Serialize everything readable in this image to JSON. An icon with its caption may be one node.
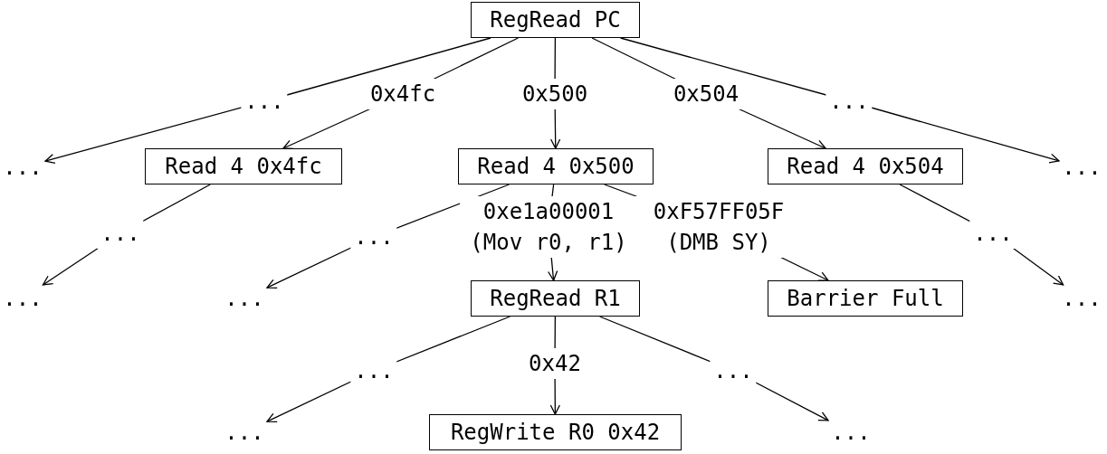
{
  "diagram": {
    "nodes": [
      {
        "text": [
          "RegRead PC"
        ]
      },
      {
        "text": [
          "..."
        ]
      },
      {
        "text": [
          "Read 4 0x4fc"
        ]
      },
      {
        "text": [
          "Read 4 0x500"
        ]
      },
      {
        "text": [
          "Read 4 0x504"
        ]
      },
      {
        "text": [
          "..."
        ]
      },
      {
        "text": [
          "..."
        ]
      },
      {
        "text": [
          "..."
        ]
      },
      {
        "text": [
          "RegRead R1"
        ]
      },
      {
        "text": [
          "Barrier Full"
        ]
      },
      {
        "text": [
          "..."
        ]
      },
      {
        "text": [
          "..."
        ]
      },
      {
        "text": [
          "RegWrite R0 0x42"
        ]
      },
      {
        "text": [
          "..."
        ]
      }
    ],
    "edges": [
      {
        "from": 0,
        "to": 1,
        "arrow": "to",
        "label": "..."
      },
      {
        "from": 0,
        "to": 2,
        "arrow": "to",
        "label": "0x4fc"
      },
      {
        "from": 0,
        "to": 3,
        "arrow": "to",
        "label": "0x500"
      },
      {
        "from": 0,
        "to": 4,
        "arrow": "to",
        "label": "0x504"
      },
      {
        "from": 0,
        "to": 5,
        "arrow": "to",
        "label": "..."
      },
      {
        "from": 2,
        "to": 6,
        "arrow": "to",
        "label": "..."
      },
      {
        "from": 3,
        "to": 7,
        "arrow": "to",
        "label": "..."
      },
      {
        "from": 3,
        "to": 8,
        "arrow": "to",
        "label": "0xe1a00001 (Mov r0, r1)"
      },
      {
        "from": 3,
        "to": 9,
        "arrow": "to",
        "label": "0xF57FF05F (DMB SY)"
      },
      {
        "from": 4,
        "to": 10,
        "arrow": "to",
        "label": "..."
      },
      {
        "from": 8,
        "to": 11,
        "arrow": "to",
        "label": "..."
      },
      {
        "from": 8,
        "to": 12,
        "arrow": "to",
        "label": "0x42"
      },
      {
        "from": 8,
        "to": 13,
        "arrow": "to",
        "label": "..."
      }
    ]
  }
}
